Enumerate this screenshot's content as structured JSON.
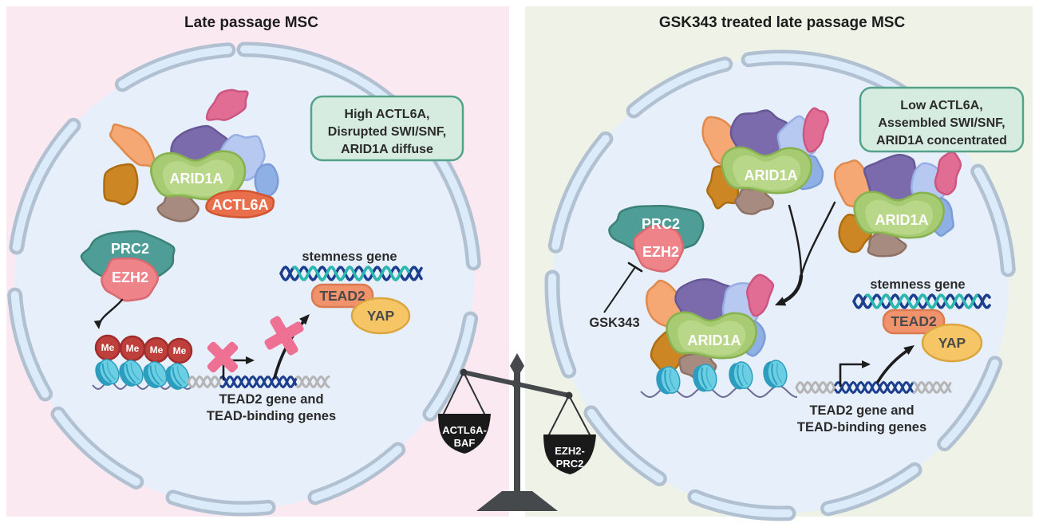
{
  "figure": {
    "left_panel": {
      "title": "Late passage MSC",
      "info_box_lines": [
        "High ACTL6A,",
        "Disrupted SWI/SNF,",
        "ARID1A diffuse"
      ],
      "arid1a_label": "ARID1A",
      "actl6a_label": "ACTL6A",
      "prc2_label": "PRC2",
      "ezh2_label": "EZH2",
      "me_label": "Me",
      "stemness_label": "stemness gene",
      "tead2_label": "TEAD2",
      "yap_label": "YAP",
      "gene_caption": [
        "TEAD2 gene and",
        "TEAD-binding genes"
      ]
    },
    "right_panel": {
      "title": "GSK343 treated late passage MSC",
      "info_box_lines": [
        "Low ACTL6A,",
        "Assembled SWI/SNF,",
        "ARID1A concentrated"
      ],
      "arid1a_label": "ARID1A",
      "prc2_label": "PRC2",
      "ezh2_label": "EZH2",
      "gsk343_label": "GSK343",
      "stemness_label": "stemness gene",
      "tead2_label": "TEAD2",
      "yap_label": "YAP",
      "gene_caption": [
        "TEAD2 gene and",
        "TEAD-binding genes"
      ]
    },
    "balance_scale": {
      "left_pan_lines": [
        "ACTL6A-",
        "BAF"
      ],
      "right_pan_lines": [
        "EZH2-",
        "PRC2"
      ]
    },
    "colors": {
      "left_bg": "#fbe9f1",
      "right_bg": "#eff3e7",
      "cell_fill": "#e7effa",
      "envelope_stroke": "#b2c1d2",
      "envelope_fill": "#dcebf9",
      "info_box_fill": "#d7ece1",
      "info_box_stroke": "#55a28b",
      "title_text": "#1c1c1c",
      "body_text": "#2b2b2b",
      "arid1a_green": "#a6cb72",
      "arid1a_green_dark": "#88b150",
      "arid1a_green_light": "#bcd98d",
      "actl6a_red": "#e96e4b",
      "actl6a_red_dark": "#d05531",
      "purple": "#7b6bad",
      "purple_dark": "#665896",
      "blue_light": "#b7c9f1",
      "blue_light_dark": "#97afe4",
      "blue_mid": "#8fb0e5",
      "blue_mid_dark": "#7a9cd8",
      "orange": "#f5a873",
      "orange_dark": "#df8a4e",
      "ochre": "#cd8624",
      "ochre_dark": "#ad6d10",
      "brown": "#a78b80",
      "brown_dark": "#8d7164",
      "pink_blob": "#e26d94",
      "pink_blob_dark": "#cc5680",
      "prc2_teal": "#4f9d97",
      "prc2_teal_dark": "#3a8178",
      "ezh2_pink": "#ee838a",
      "ezh2_pink_dark": "#d96a72",
      "me_red": "#bf3f3c",
      "me_red_dark": "#9e2e2c",
      "nucleosome": "#6bcfe3",
      "nucleosome_dark": "#2d9dbf",
      "chromatin_line": "#6c6c96",
      "dna_navy": "#1c3e8e",
      "dna_teal": "#29b9ae",
      "dna_gray": "#b5b5b5",
      "x_pink": "#ee7093",
      "tead2_fill": "#f0926c",
      "tead2_stroke": "#da7a50",
      "yap_fill": "#f6c666",
      "yap_stroke": "#dba63f",
      "label_dark": "#4a4a4a",
      "arrow_black": "#1d1d1d",
      "scale_frame": "#45494b",
      "scale_pan": "#1a1a1a",
      "white": "#ffffff"
    }
  }
}
